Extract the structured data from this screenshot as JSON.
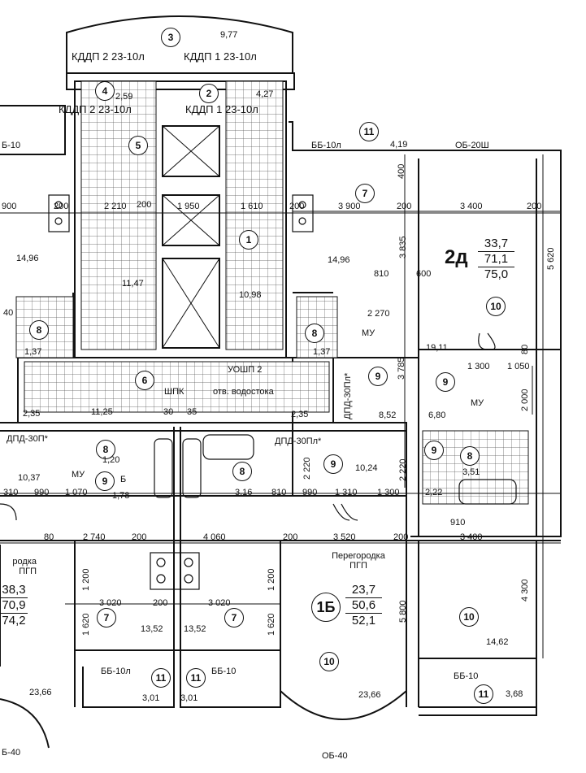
{
  "rooms": {
    "r1": "1",
    "r2": "2",
    "r3": "3",
    "r4": "4",
    "r5": "5",
    "r6": "6",
    "r7": "7",
    "r8": "8",
    "r9": "9",
    "r10": "10",
    "r11": "11"
  },
  "labels": {
    "kddp_top_left": "КДДП 2 23-10л",
    "kddp_top_right": "КДДП 1 23-10л",
    "kddp_mid_left": "КДДП 2 23-10л",
    "kddp_mid_right": "КДДП 1 23-10л",
    "bb10_left_top": "Б-10",
    "bb10l_top": "ББ-10л",
    "ob20sh": "ОБ-20Ш",
    "ushp": "УОШП 2",
    "shpk": "ШПК",
    "otv": "отв. водостока",
    "dpd30p_left": "ДПД-30П*",
    "dpd30pl_mid": "ДПД-30Пл*",
    "dpd30pl_vert": "ДПД-30Пл*",
    "mu_left": "МУ",
    "mu_mid": "МУ",
    "mu_right": "МУ",
    "b_small": "Б",
    "peregorodka_right": "Перегородка ПГП",
    "peregorodka_left": "родка ПГП",
    "bb10l_bottom": "ББ-10л",
    "bb10_bottom": "ББ-10",
    "bb10_bottom_right": "ББ-10",
    "ob40_left": "Б-40",
    "ob40_mid": "ОБ-40"
  },
  "dimensions": {
    "d977": "9,77",
    "d259": "2,59",
    "d427": "4,27",
    "d419": "4,19",
    "d400": "400",
    "d900": "900",
    "d200a": "200",
    "d2210": "2 210",
    "d200b": "200",
    "d1950": "1 950",
    "d1610": "1 610",
    "d200c": "200",
    "d3900": "3 900",
    "d200d": "200",
    "d3400a": "3 400",
    "d200e": "200",
    "d1496a": "14,96",
    "d1496b": "14,96",
    "d1147": "11,47",
    "d1098": "10,98",
    "d3835": "3 835",
    "d5620": "5 620",
    "d810a": "810",
    "d600": "600",
    "d2270": "2 270",
    "d40": "40",
    "d137a": "1,37",
    "d137b": "1,37",
    "d1911": "19,11",
    "d80a": "80",
    "d1300a": "1 300",
    "d1050": "1 050",
    "d3785": "3 785",
    "d2000": "2 000",
    "d235a": "2,35",
    "d1125": "11,25",
    "d30": "30",
    "d35": "35",
    "d235b": "2,35",
    "d852": "8,52",
    "d680": "6,80",
    "d120": "1,20",
    "d1037": "10,37",
    "d2220a": "2 220",
    "d2220b": "2 220",
    "d1024": "10,24",
    "d351": "3,51",
    "d310": "310",
    "d990a": "990",
    "d1070": "1 070",
    "d178": "1,78",
    "d316": "3,16",
    "d810b": "810",
    "d990b": "990",
    "d1310": "1 310",
    "d1300b": "1 300",
    "d222": "2,22",
    "d910": "910",
    "d80b": "80",
    "d2740": "2 740",
    "d200f": "200",
    "d4060": "4 060",
    "d200g": "200",
    "d3520": "3 520",
    "d200h": "200",
    "d3400b": "3 400",
    "d1200a": "1 200",
    "d1200b": "1 200",
    "d3020a": "3 020",
    "d200i": "200",
    "d3020b": "3 020",
    "d1620a": "1 620",
    "d1620b": "1 620",
    "d5800": "5 800",
    "d4300": "4 300",
    "d1352a": "13,52",
    "d1352b": "13,52",
    "d1462": "14,62",
    "d301a": "3,01",
    "d301b": "3,01",
    "d368": "3,68",
    "d2366a": "23,66",
    "d2366b": "23,66"
  },
  "apartments": {
    "a2": {
      "tag": "2д",
      "v1": "33,7",
      "v2": "71,1",
      "v3": "75,0"
    },
    "a1": {
      "tag": "1Б",
      "v1": "23,7",
      "v2": "50,6",
      "v3": "52,1"
    },
    "aL": {
      "v1": "38,3",
      "v2": "70,9",
      "v3": "74,2"
    }
  }
}
